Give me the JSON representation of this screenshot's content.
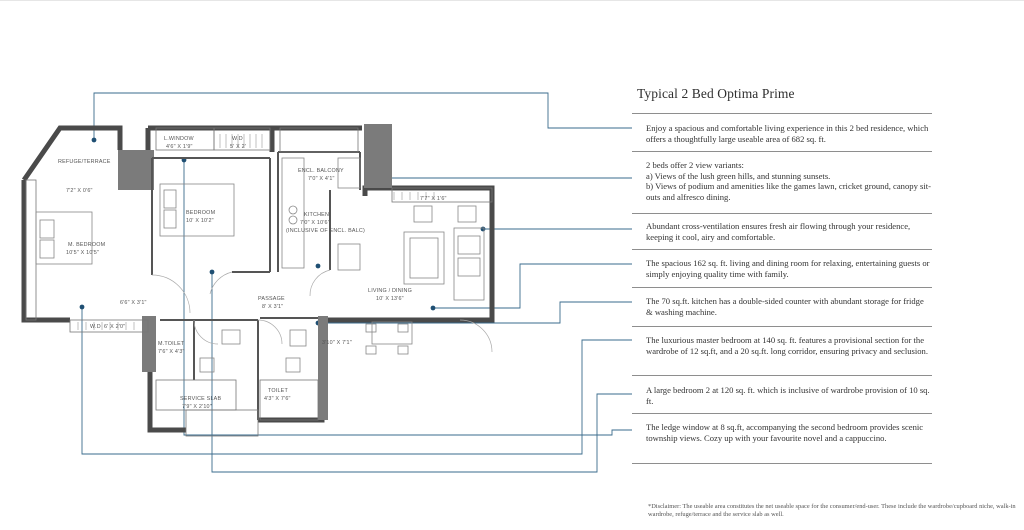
{
  "title": "Typical 2 Bed Optima Prime",
  "features": [
    "Enjoy a spacious and comfortable living experience in this 2 bed residence, which offers a thoughtfully large useable area of 682 sq. ft.",
    "2 beds offer 2 view variants:\na) Views of the lush green hills, and stunning sunsets.\nb) Views of podium and amenities like the games lawn, cricket ground, canopy sit-outs and alfresco dining.",
    "Abundant cross-ventilation ensures fresh air flowing through your residence, keeping it cool, airy and comfortable.",
    "The spacious 162 sq. ft. living and dining room for relaxing, entertaining guests or simply enjoying quality time with family.",
    "The 70 sq.ft. kitchen has a double-sided counter with abundant storage for fridge & washing machine.",
    "The luxurious master bedroom at 140 sq. ft. features a provisional section for the wardrobe of 12 sq.ft, and a 20 sq.ft. long corridor, ensuring privacy and seclusion.",
    "A large bedroom 2 at 120 sq. ft. which is inclusive of wardrobe provision of 10 sq. ft.",
    "The ledge window at 8 sq.ft, accompanying the second bedroom provides scenic township views. Cozy up with your favourite novel and a cappuccino."
  ],
  "disclaimer": "*Disclaimer: The useable area constitutes the net useable space for the consumer/end-user. These include the wardrobe/cupboard niche, walk-in wardrobe, refuge/terrace and the service slab as well.",
  "rooms": {
    "refuge": "REFUGE/TERRACE",
    "window": "L.WINDOW",
    "window_dim": "4'6\" X 1'9\"",
    "wd": "W.D",
    "wd_dim": "5' X 2'",
    "balcony": "ENCL. BALCONY",
    "balcony_dim": "7'0\" X 4'1\"",
    "bedroom": "BEDROOM",
    "bedroom_dim": "10' X 10'2\"",
    "kitchen": "KITCHEN",
    "kitchen_dim": "7'0\" X 10'6\"",
    "kitchen_note": "(INCLUSIVE OF ENCL. BALC)",
    "corridor_dim": "7'2\" X 0'6\"",
    "master": "M. BEDROOM",
    "master_dim": "10'5\" X 10'5\"",
    "living": "LIVING / DINING",
    "living_dim": "10' X 13'6\"",
    "passage": "PASSAGE",
    "passage_dim": "8' X 3'1\"",
    "lobby_dim": "6'6\" X 3'1\"",
    "wd2": "W.D",
    "wd2_dim": "6' X 2'0\"",
    "mtoilet": "M.TOILET",
    "mtoilet_dim": "7'6\" X 4'3\"",
    "toilet": "TOILET",
    "toilet_dim": "4'3\" X 7'6\"",
    "foyer_dim": "3'10\" X 7'1\"",
    "slab": "SERVICE SLAB",
    "slab_dim": "7'9\" X 2'10\"",
    "balcony_top_dim": "7'7\" X 1'6\""
  },
  "colors": {
    "wall": "#4a4a4a",
    "leader": "#3a6b8c",
    "rule": "#8e8e8e"
  }
}
